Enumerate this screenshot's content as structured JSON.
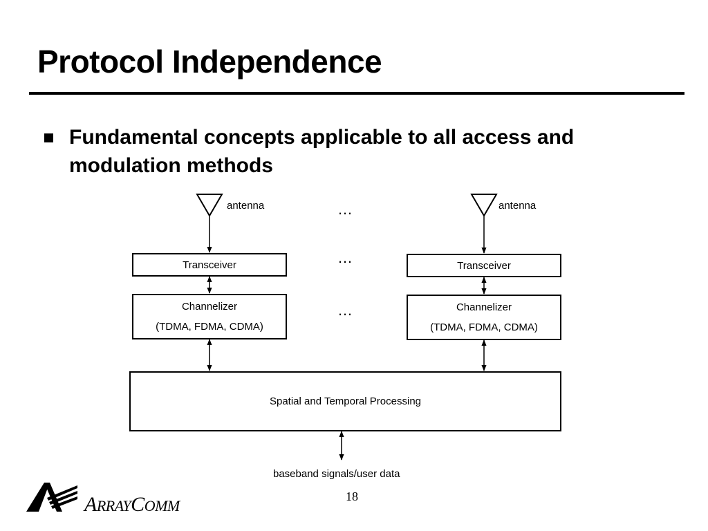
{
  "slide": {
    "title": "Protocol Independence",
    "bullet": "Fundamental concepts applicable to all access and modulation methods",
    "page_number": "18"
  },
  "diagram": {
    "left_chain": {
      "antenna_label": "antenna",
      "transceiver_label": "Transceiver",
      "channelizer_line1": "Channelizer",
      "channelizer_line2": "(TDMA, FDMA, CDMA)"
    },
    "right_chain": {
      "antenna_label": "antenna",
      "transceiver_label": "Transceiver",
      "channelizer_line1": "Channelizer",
      "channelizer_line2": "(TDMA, FDMA, CDMA)"
    },
    "ellipsis": "…",
    "processing_label": "Spatial and Temporal Processing",
    "output_label": "baseband signals/user data"
  },
  "logo": {
    "text_first_cap": "A",
    "text_rest1": "RRAY",
    "text_second_cap": "C",
    "text_rest2": "OMM",
    "mark_icon": "arraycomm-logo-icon"
  }
}
